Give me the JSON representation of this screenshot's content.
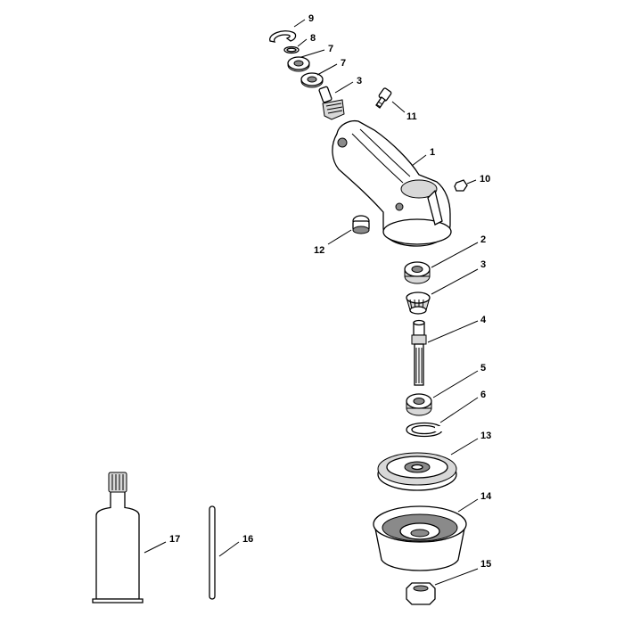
{
  "callouts": [
    {
      "id": "c9",
      "text": "9"
    },
    {
      "id": "c8",
      "text": "8"
    },
    {
      "id": "c7a",
      "text": "7"
    },
    {
      "id": "c7b",
      "text": "7"
    },
    {
      "id": "c3a",
      "text": "3"
    },
    {
      "id": "c11",
      "text": "11"
    },
    {
      "id": "c1",
      "text": "1"
    },
    {
      "id": "c10",
      "text": "10"
    },
    {
      "id": "c12",
      "text": "12"
    },
    {
      "id": "c2",
      "text": "2"
    },
    {
      "id": "c3b",
      "text": "3"
    },
    {
      "id": "c4",
      "text": "4"
    },
    {
      "id": "c5",
      "text": "5"
    },
    {
      "id": "c6",
      "text": "6"
    },
    {
      "id": "c13",
      "text": "13"
    },
    {
      "id": "c14",
      "text": "14"
    },
    {
      "id": "c15",
      "text": "15"
    },
    {
      "id": "c16",
      "text": "16"
    },
    {
      "id": "c17",
      "text": "17"
    }
  ]
}
